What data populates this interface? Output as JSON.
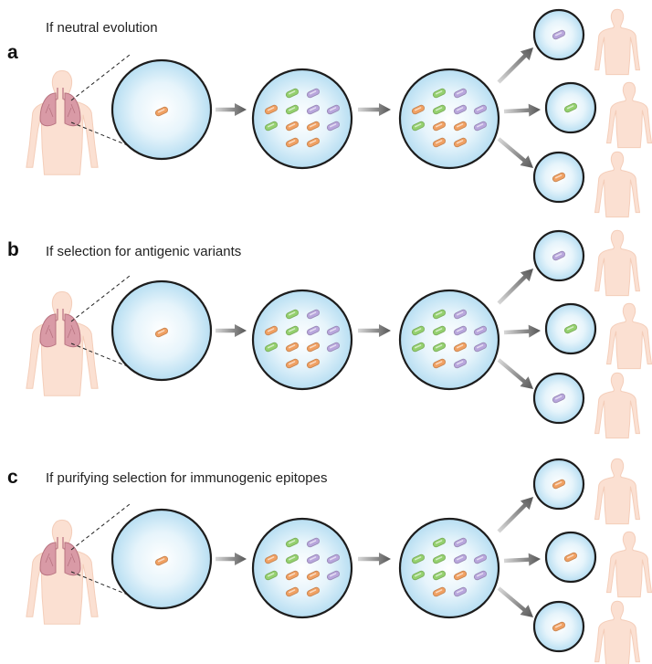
{
  "colors": {
    "orange": "#f0a062",
    "green": "#94d06e",
    "purple": "#b8a6dc",
    "body_skin": "#fbe0d2",
    "lung": "#d99aa6",
    "dish_center": "#ffffff",
    "dish_edge": "#b9dff3",
    "dish_outline": "#1d1d1d",
    "arrow": "#666666"
  },
  "panels": [
    {
      "letter": "a",
      "title": "If neutral evolution",
      "stages": [
        "orange",
        "mixed",
        "mixed"
      ],
      "offspring": [
        "purple",
        "green",
        "orange"
      ]
    },
    {
      "letter": "b",
      "title": "If selection for antigenic variants",
      "stages": [
        "orange",
        "mixed",
        "mixed-shifted"
      ],
      "offspring": [
        "purple",
        "green",
        "purple"
      ]
    },
    {
      "letter": "c",
      "title": "If purifying selection for immunogenic epitopes",
      "stages": [
        "orange",
        "mixed",
        "mixed-shifted"
      ],
      "offspring": [
        "orange",
        "orange",
        "orange"
      ]
    }
  ],
  "icons": [
    "lungs-icon",
    "virus-particle-icon",
    "arrow-icon",
    "person-silhouette-icon"
  ]
}
